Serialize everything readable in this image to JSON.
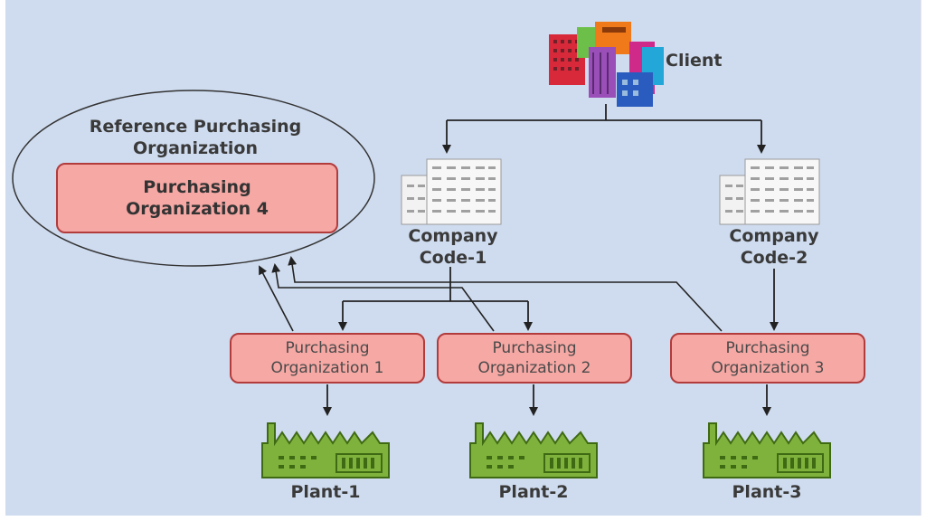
{
  "client": {
    "label": "Client"
  },
  "reference": {
    "title_line1": "Reference Purchasing",
    "title_line2": "Organization",
    "box_line1": "Purchasing",
    "box_line2": "Organization 4"
  },
  "company_codes": [
    {
      "line1": "Company",
      "line2": "Code-1"
    },
    {
      "line1": "Company",
      "line2": "Code-2"
    }
  ],
  "purchasing_orgs": [
    {
      "line1": "Purchasing",
      "line2": "Organization 1"
    },
    {
      "line1": "Purchasing",
      "line2": "Organization 2"
    },
    {
      "line1": "Purchasing",
      "line2": "Organization 3"
    }
  ],
  "plants": [
    {
      "label": "Plant-1"
    },
    {
      "label": "Plant-2"
    },
    {
      "label": "Plant-3"
    }
  ],
  "colors": {
    "background": "#cfdcef",
    "box_fill": "#f6a8a4",
    "box_border": "#b23b3b",
    "plant_green": "#7fb23c",
    "plant_dark": "#3f6a14"
  }
}
